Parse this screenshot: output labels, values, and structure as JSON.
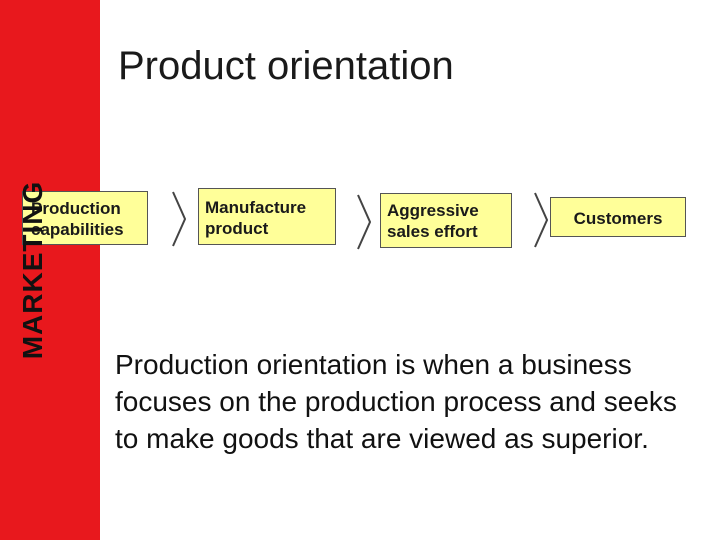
{
  "sidebar": {
    "label": "MARKETING",
    "color": "#e8181d"
  },
  "title": "Product orientation",
  "flow": {
    "steps": [
      "Production capabilities",
      "Manufacture product",
      "Aggressive sales effort",
      "Customers"
    ],
    "box_color": "#ffff99",
    "arrow_icon": "right-arrow-icon"
  },
  "body": "Production orientation is when a business focuses on the production process and seeks to make goods that are viewed as superior."
}
